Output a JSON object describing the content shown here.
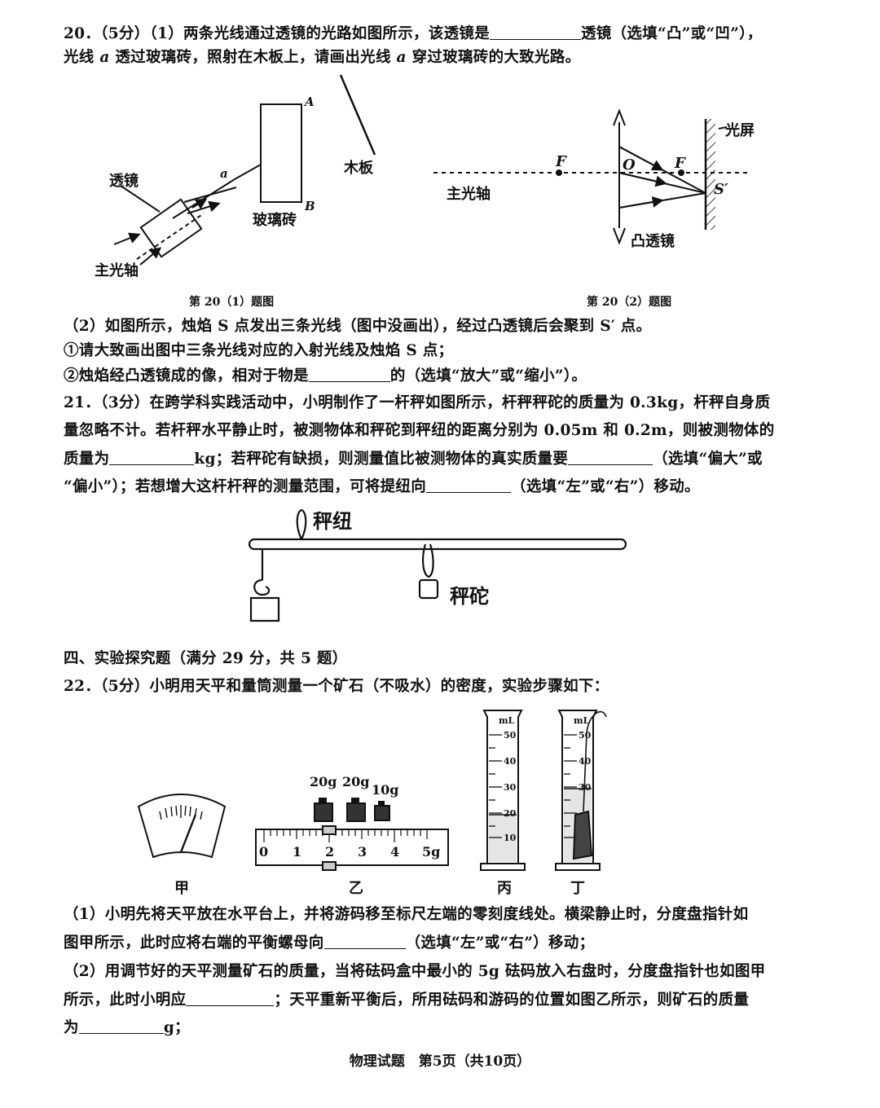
{
  "q20": {
    "line1_a": "20．（5分）（1）两条光线通过透镜的光路如图所示，该透镜是",
    "line1_b": "透镜（选填“凸”或“凹”），",
    "line2_a": "光线 ",
    "ray_a": "a",
    "line2_b": " 透过玻璃砖，照射在木板上，请画出光线 ",
    "line2_c": " 穿过玻璃砖的大致光路。",
    "fig1": {
      "lens": "透镜",
      "ray": "a",
      "A": "A",
      "B": "B",
      "glass": "玻璃砖",
      "board": "木板",
      "axis": "主光轴",
      "caption": "第 20（1）题图"
    },
    "fig2": {
      "F_left": "F",
      "O": "O",
      "F_right": "F",
      "S_prime": "S′",
      "screen": "光屏",
      "axis": "主光轴",
      "lens": "凸透镜",
      "caption": "第 20（2）题图"
    },
    "p2": "（2）如图所示，烛焰 S 点发出三条光线（图中没画出），经过凸透镜后会聚到 S′ 点。",
    "p2_1": "①请大致画出图中三条光线对应的入射光线及烛焰 S 点；",
    "p2_2a": "②烛焰经凸透镜成的像，相对于物是",
    "p2_2b": "的（选填“放大”或“缩小”）。"
  },
  "q21": {
    "l1": "21．（3分）在跨学科实践活动中，小明制作了一杆秤如图所示，杆秤秤砣的质量为 0.3kg，杆秤自身质",
    "l2": "量忽略不计。若杆秤水平静止时，被测物体和秤砣到秤纽的距离分别为 0.05m 和 0.2m，则被测物体的",
    "l3a": "质量为",
    "l3b": "kg；若秤砣有缺损，则测量值比被测物体的真实质量要",
    "l3c": "（选填“偏大”或",
    "l4a": "“偏小”）；若想增大这杆杆秤的测量范围，可将提纽向",
    "l4b": "（选填“左”或“右”）移动。",
    "fig": {
      "knob": "秤纽",
      "weight": "秤砣"
    }
  },
  "section4": "四、实验探究题（满分 29 分，共 5 题）",
  "q22": {
    "intro": "22．（5分）小明用天平和量筒测量一个矿石（不吸水）的密度，实验步骤如下：",
    "fig": {
      "weights": [
        "20g",
        "20g",
        "10g"
      ],
      "scale_ticks": [
        "0",
        "1",
        "2",
        "3",
        "4",
        "5g"
      ],
      "cyl_unit": "mL",
      "cyl_ticks": [
        "50",
        "40",
        "30",
        "20",
        "10"
      ],
      "labels": [
        "甲",
        "乙",
        "丙",
        "丁"
      ]
    },
    "p1a": "（1）小明先将天平放在水平台上，并将游码移至标尺左端的零刻度线处。横梁静止时，分度盘指针如",
    "p1b": "图甲所示，此时应将右端的平衡螺母向",
    "p1c": "（选填“左”或“右”）移动；",
    "p2a": "（2）用调节好的天平测量矿石的质量，当将砝码盒中最小的 5g 砝码放入右盘时，分度盘指针也如图甲",
    "p2b": "所示，此时小明应",
    "p2c": "；天平重新平衡后，所用砝码和游码的位置如图乙所示，则矿石的质量",
    "p2d": "为",
    "p2e": "g；"
  },
  "footer": "物理试题　第5页（共10页）"
}
